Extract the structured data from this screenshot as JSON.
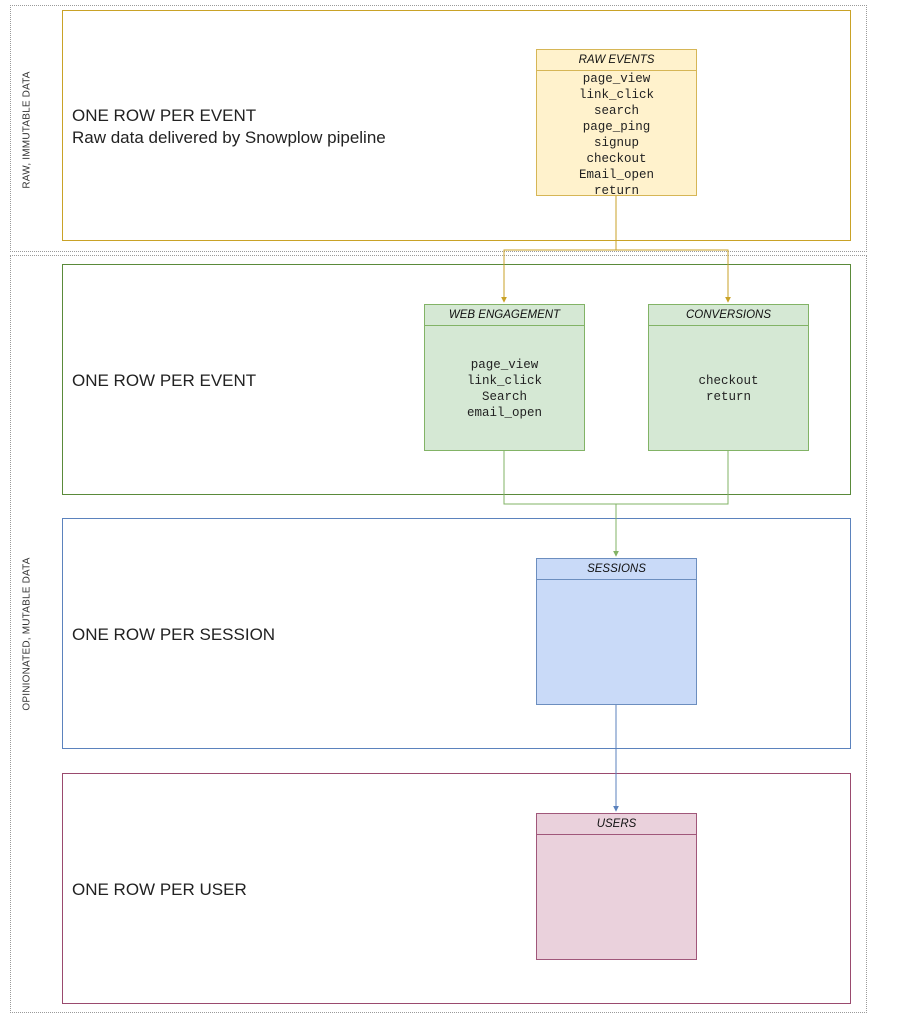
{
  "sections": {
    "raw": {
      "side_label": "RAW, IMMUTABLE DATA"
    },
    "modeled": {
      "side_label": "OPINIONATED, MUTABLE DATA"
    }
  },
  "layers": {
    "events_raw": {
      "title": "ONE ROW PER EVENT",
      "subtitle": "Raw data delivered by Snowplow pipeline",
      "color": "#c9a227"
    },
    "events_modeled": {
      "title": "ONE ROW PER EVENT",
      "color": "#5a8a3a"
    },
    "sessions": {
      "title": "ONE ROW PER SESSION",
      "color": "#5b82bd"
    },
    "users": {
      "title": "ONE ROW PER USER",
      "color": "#9a4a6e"
    }
  },
  "tables": {
    "raw_events": {
      "header": "RAW EVENTS",
      "rows": [
        "page_view",
        "link_click",
        "search",
        "page_ping",
        "signup",
        "checkout",
        "Email_open",
        "return"
      ],
      "fill": "#fff2cc",
      "stroke": "#d6b656"
    },
    "web_engagement": {
      "header": "WEB ENGAGEMENT",
      "rows": [
        "page_view",
        "link_click",
        "Search",
        "email_open"
      ],
      "fill": "#d5e8d4",
      "stroke": "#82b366"
    },
    "conversions": {
      "header": "CONVERSIONS",
      "rows": [
        "checkout",
        "return"
      ],
      "fill": "#d5e8d4",
      "stroke": "#82b366"
    },
    "sessions": {
      "header": "SESSIONS",
      "rows": [],
      "fill": "#c9daf8",
      "stroke": "#6c8ebf"
    },
    "users": {
      "header": "USERS",
      "rows": [],
      "fill": "#ead1dc",
      "stroke": "#a0577a"
    }
  }
}
